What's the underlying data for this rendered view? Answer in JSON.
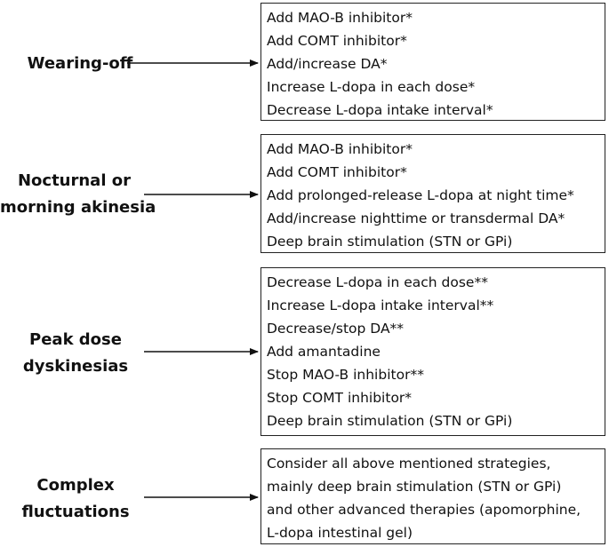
{
  "groups": [
    {
      "label": [
        "Wearing-off"
      ],
      "items": [
        "Add MAO-B inhibitor*",
        "Add COMT inhibitor*",
        "Add/increase DA*",
        "Increase L-dopa in each dose*",
        "Decrease L-dopa intake interval*"
      ]
    },
    {
      "label": [
        "Nocturnal or",
        "morning akinesia"
      ],
      "items": [
        "Add MAO-B inhibitor*",
        "Add COMT inhibitor*",
        "Add prolonged-release L-dopa at night time*",
        "Add/increase nighttime or transdermal DA*",
        "Deep brain stimulation (STN or GPi)"
      ]
    },
    {
      "label": [
        "Peak dose",
        "dyskinesias"
      ],
      "items": [
        "Decrease L-dopa in each dose**",
        "Increase L-dopa intake interval**",
        "Decrease/stop DA**",
        "Add amantadine",
        "Stop MAO-B inhibitor**",
        "Stop COMT inhibitor*",
        "Deep brain stimulation (STN or GPi)"
      ]
    },
    {
      "label": [
        "Complex",
        "fluctuations"
      ],
      "items": [
        "Consider all above mentioned strategies,",
        "mainly deep brain stimulation (STN or GPi)",
        "and other advanced therapies (apomorphine,",
        "L-dopa intestinal gel)"
      ]
    }
  ]
}
